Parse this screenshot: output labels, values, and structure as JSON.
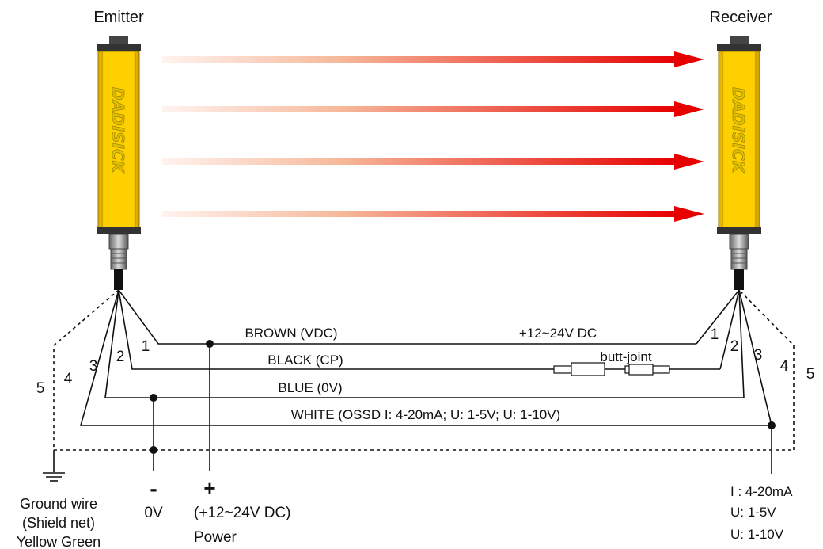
{
  "emitter_label": "Emitter",
  "receiver_label": "Receiver",
  "brand": "DADISICK",
  "wires": {
    "brown": "BROWN (VDC)",
    "black": "BLACK (CP)",
    "blue": "BLUE (0V)",
    "white": "WHITE (OSSD I:  4-20mA;  U:  1-5V;  U:  1-10V)"
  },
  "supply_note": "+12~24V DC",
  "butt_joint": "butt-joint",
  "emitter_numbers": [
    "1",
    "2",
    "3",
    "4",
    "5"
  ],
  "receiver_numbers": [
    "1",
    "2",
    "3",
    "4",
    "5"
  ],
  "ground": {
    "line1": "Ground wire",
    "line2": "(Shield net)",
    "line3": "Yellow Green"
  },
  "negative": {
    "sign": "-",
    "label": "0V"
  },
  "positive": {
    "sign": "+",
    "label": "(+12~24V DC)",
    "power": "Power"
  },
  "output": {
    "line1": "I :  4-20mA",
    "line2": "U:  1-5V",
    "line3": "U:  1-10V"
  },
  "colors": {
    "housing": "#f5c400",
    "beam_start": "#ffffff",
    "beam_end": "#e60000",
    "wire": "#111111"
  }
}
